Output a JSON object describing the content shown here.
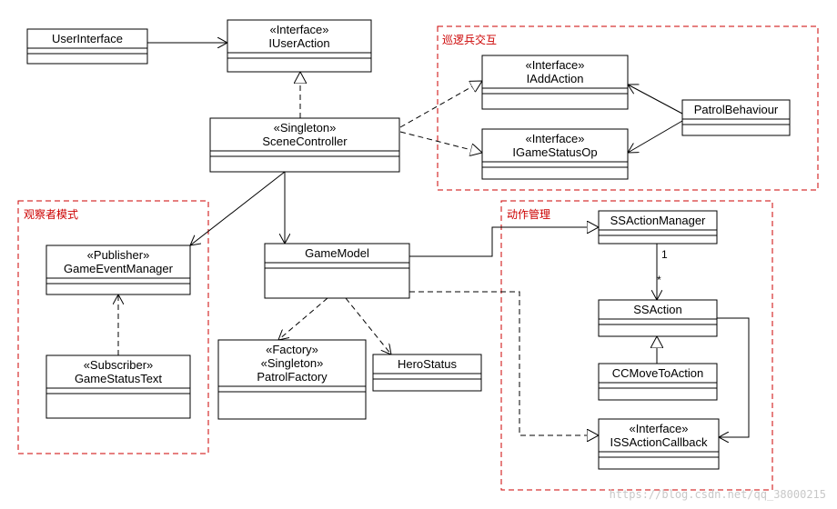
{
  "packages": [
    {
      "id": "patrol",
      "label": "巡逻兵交互"
    },
    {
      "id": "observer",
      "label": "观察者模式"
    },
    {
      "id": "action",
      "label": "动作管理"
    }
  ],
  "classes": [
    {
      "id": "UserInterface",
      "lines": [
        "UserInterface"
      ]
    },
    {
      "id": "IUserAction",
      "lines": [
        "«Interface»",
        "IUserAction"
      ]
    },
    {
      "id": "SceneController",
      "lines": [
        "«Singleton»",
        "SceneController"
      ]
    },
    {
      "id": "IAddAction",
      "lines": [
        "«Interface»",
        "IAddAction"
      ]
    },
    {
      "id": "IGameStatusOp",
      "lines": [
        "«Interface»",
        "IGameStatusOp"
      ]
    },
    {
      "id": "PatrolBehaviour",
      "lines": [
        "PatrolBehaviour"
      ]
    },
    {
      "id": "GameEventManager",
      "lines": [
        "«Publisher»",
        "GameEventManager"
      ]
    },
    {
      "id": "GameStatusText",
      "lines": [
        "«Subscriber»",
        "GameStatusText"
      ]
    },
    {
      "id": "GameModel",
      "lines": [
        "GameModel"
      ]
    },
    {
      "id": "PatrolFactory",
      "lines": [
        "«Factory»",
        "«Singleton»",
        "PatrolFactory"
      ]
    },
    {
      "id": "HeroStatus",
      "lines": [
        "HeroStatus"
      ]
    },
    {
      "id": "SSActionManager",
      "lines": [
        "SSActionManager"
      ]
    },
    {
      "id": "SSAction",
      "lines": [
        "SSAction"
      ]
    },
    {
      "id": "CCMoveToAction",
      "lines": [
        "CCMoveToAction"
      ]
    },
    {
      "id": "ISSActionCallback",
      "lines": [
        "«Interface»",
        "ISSActionCallback"
      ]
    }
  ],
  "multiplicities": {
    "source": "1",
    "target": "*"
  },
  "watermark": "https://blog.csdn.net/qq_38000215"
}
